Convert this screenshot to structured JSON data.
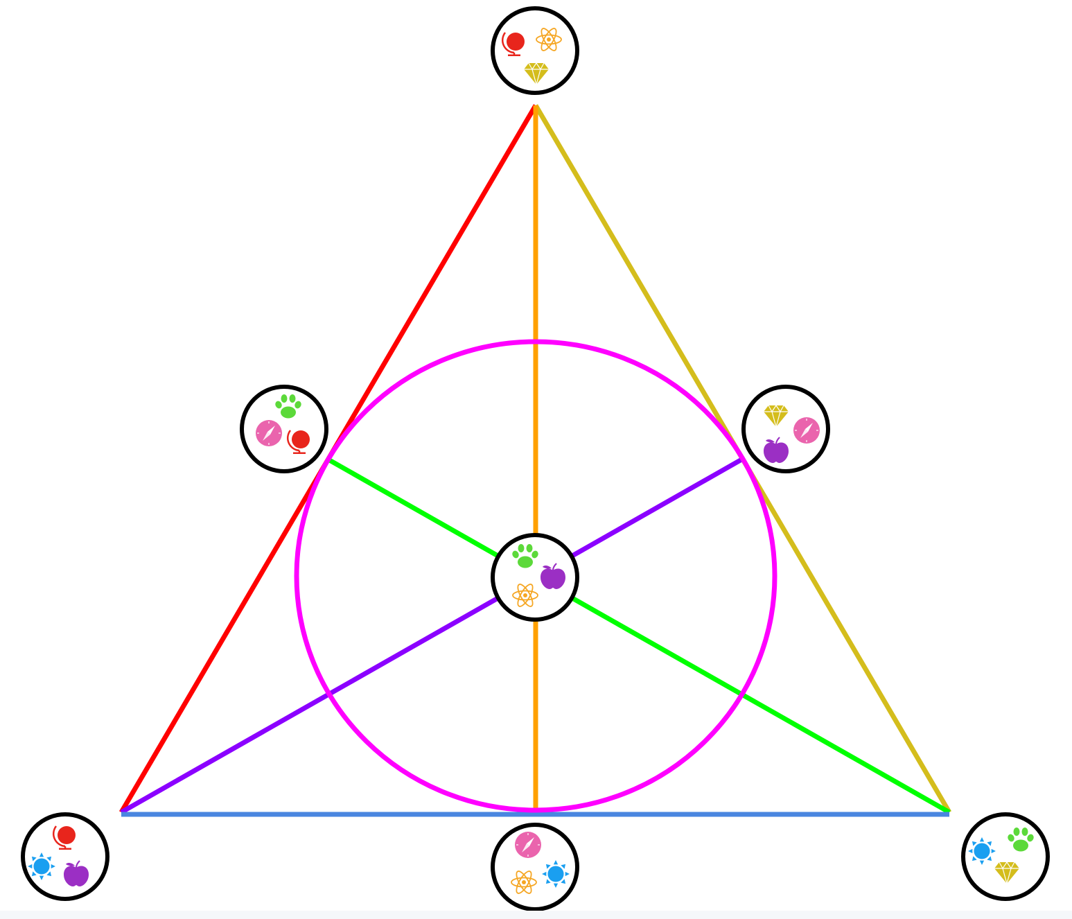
{
  "colors": {
    "line_left": "#ff0000",
    "line_vertical": "#ffa000",
    "line_right": "#d4bd1c",
    "line_bottom": "#4a86e0",
    "line_green": "#00ff00",
    "line_purple": "#8b00ff",
    "incircle": "#ff00ff",
    "node_stroke": "#000000",
    "globe": "#e8251c",
    "atom": "#f5a623",
    "diamond": "#d4bd1c",
    "paw": "#5cd93a",
    "compass": "#ea64ad",
    "apple": "#9b2fc4",
    "sun": "#1a9ff0"
  },
  "nodes": [
    {
      "id": "top",
      "icons": [
        "globe-icon",
        "atom-icon",
        "diamond-icon"
      ]
    },
    {
      "id": "mid-left",
      "icons": [
        "paw-icon",
        "compass-icon",
        "globe-icon"
      ]
    },
    {
      "id": "mid-right",
      "icons": [
        "diamond-icon",
        "compass-icon",
        "apple-icon"
      ]
    },
    {
      "id": "center",
      "icons": [
        "paw-icon",
        "apple-icon",
        "atom-icon"
      ]
    },
    {
      "id": "bottom-left",
      "icons": [
        "globe-icon",
        "sun-icon",
        "apple-icon"
      ]
    },
    {
      "id": "bottom-center",
      "icons": [
        "compass-icon",
        "atom-icon",
        "sun-icon"
      ]
    },
    {
      "id": "bottom-right",
      "icons": [
        "sun-icon",
        "paw-icon",
        "diamond-icon"
      ]
    }
  ]
}
